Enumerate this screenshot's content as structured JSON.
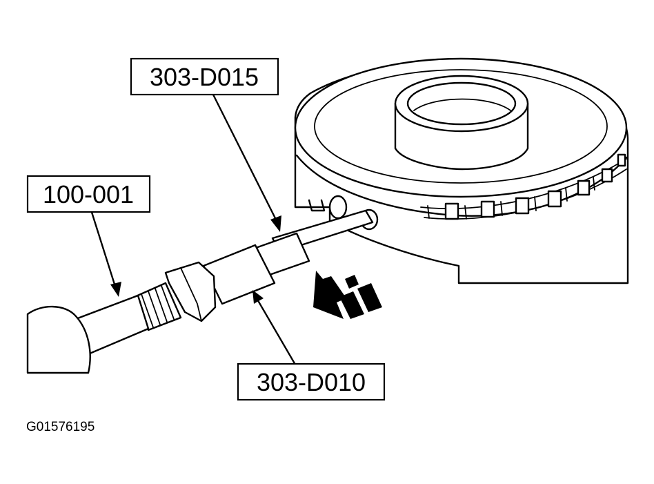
{
  "callouts": {
    "tool_303_d015": "303-D015",
    "tool_100_001": "100-001",
    "tool_303_d010": "303-D010"
  },
  "figure_id": "G01576195",
  "colors": {
    "line": "#000000",
    "background": "#ffffff"
  }
}
